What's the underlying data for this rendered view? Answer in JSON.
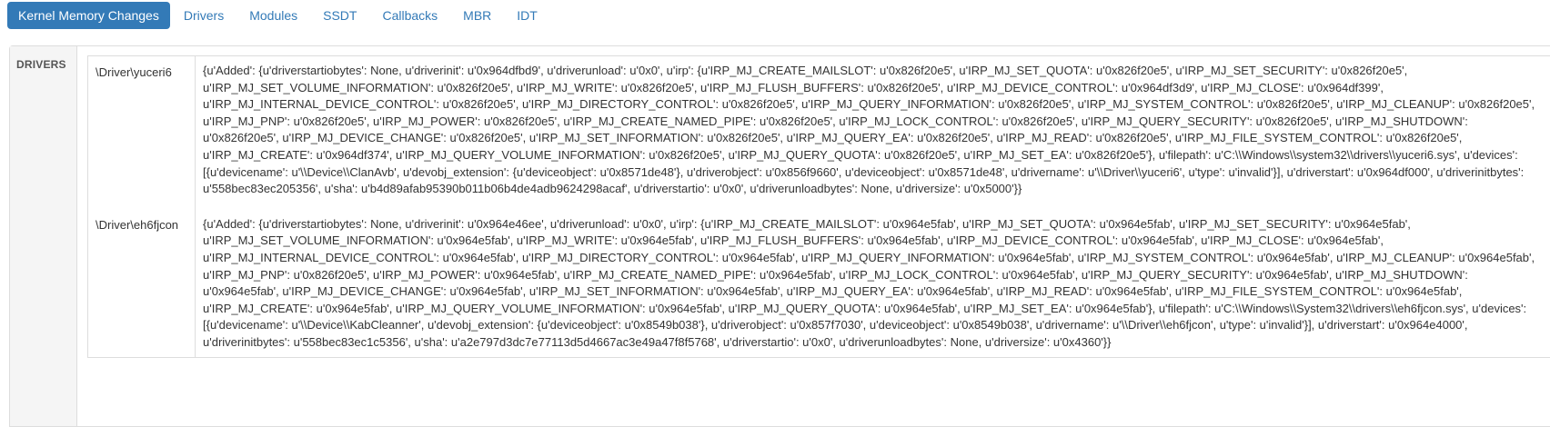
{
  "tabs": [
    {
      "label": "Kernel Memory Changes",
      "active": true
    },
    {
      "label": "Drivers",
      "active": false
    },
    {
      "label": "Modules",
      "active": false
    },
    {
      "label": "SSDT",
      "active": false
    },
    {
      "label": "Callbacks",
      "active": false
    },
    {
      "label": "MBR",
      "active": false
    },
    {
      "label": "IDT",
      "active": false
    }
  ],
  "panel": {
    "label": "DRIVERS",
    "rows": [
      {
        "name": "\\Driver\\yuceri6",
        "value": "{u'Added': {u'driverstartiobytes': None, u'driverinit': u'0x964dfbd9', u'driverunload': u'0x0', u'irp': {u'IRP_MJ_CREATE_MAILSLOT': u'0x826f20e5', u'IRP_MJ_SET_QUOTA': u'0x826f20e5', u'IRP_MJ_SET_SECURITY': u'0x826f20e5', u'IRP_MJ_SET_VOLUME_INFORMATION': u'0x826f20e5', u'IRP_MJ_WRITE': u'0x826f20e5', u'IRP_MJ_FLUSH_BUFFERS': u'0x826f20e5', u'IRP_MJ_DEVICE_CONTROL': u'0x964df3d9', u'IRP_MJ_CLOSE': u'0x964df399', u'IRP_MJ_INTERNAL_DEVICE_CONTROL': u'0x826f20e5', u'IRP_MJ_DIRECTORY_CONTROL': u'0x826f20e5', u'IRP_MJ_QUERY_INFORMATION': u'0x826f20e5', u'IRP_MJ_SYSTEM_CONTROL': u'0x826f20e5', u'IRP_MJ_CLEANUP': u'0x826f20e5', u'IRP_MJ_PNP': u'0x826f20e5', u'IRP_MJ_POWER': u'0x826f20e5', u'IRP_MJ_CREATE_NAMED_PIPE': u'0x826f20e5', u'IRP_MJ_LOCK_CONTROL': u'0x826f20e5', u'IRP_MJ_QUERY_SECURITY': u'0x826f20e5', u'IRP_MJ_SHUTDOWN': u'0x826f20e5', u'IRP_MJ_DEVICE_CHANGE': u'0x826f20e5', u'IRP_MJ_SET_INFORMATION': u'0x826f20e5', u'IRP_MJ_QUERY_EA': u'0x826f20e5', u'IRP_MJ_READ': u'0x826f20e5', u'IRP_MJ_FILE_SYSTEM_CONTROL': u'0x826f20e5', u'IRP_MJ_CREATE': u'0x964df374', u'IRP_MJ_QUERY_VOLUME_INFORMATION': u'0x826f20e5', u'IRP_MJ_QUERY_QUOTA': u'0x826f20e5', u'IRP_MJ_SET_EA': u'0x826f20e5'}, u'filepath': u'C:\\\\Windows\\\\system32\\\\drivers\\\\yuceri6.sys', u'devices': [{u'devicename': u'\\\\Device\\\\ClanAvb', u'devobj_extension': {u'deviceobject': u'0x8571de48'}, u'driverobject': u'0x856f9660', u'deviceobject': u'0x8571de48', u'drivername': u'\\\\Driver\\\\yuceri6', u'type': u'invalid'}], u'driverstart': u'0x964df000', u'driverinitbytes': u'558bec83ec205356', u'sha': u'b4d89afab95390b011b06b4de4adb9624298acaf', u'driverstartio': u'0x0', u'driverunloadbytes': None, u'driversize': u'0x5000'}}"
      },
      {
        "name": "\\Driver\\eh6fjcon",
        "value": "{u'Added': {u'driverstartiobytes': None, u'driverinit': u'0x964e46ee', u'driverunload': u'0x0', u'irp': {u'IRP_MJ_CREATE_MAILSLOT': u'0x964e5fab', u'IRP_MJ_SET_QUOTA': u'0x964e5fab', u'IRP_MJ_SET_SECURITY': u'0x964e5fab', u'IRP_MJ_SET_VOLUME_INFORMATION': u'0x964e5fab', u'IRP_MJ_WRITE': u'0x964e5fab', u'IRP_MJ_FLUSH_BUFFERS': u'0x964e5fab', u'IRP_MJ_DEVICE_CONTROL': u'0x964e5fab', u'IRP_MJ_CLOSE': u'0x964e5fab', u'IRP_MJ_INTERNAL_DEVICE_CONTROL': u'0x964e5fab', u'IRP_MJ_DIRECTORY_CONTROL': u'0x964e5fab', u'IRP_MJ_QUERY_INFORMATION': u'0x964e5fab', u'IRP_MJ_SYSTEM_CONTROL': u'0x964e5fab', u'IRP_MJ_CLEANUP': u'0x964e5fab', u'IRP_MJ_PNP': u'0x826f20e5', u'IRP_MJ_POWER': u'0x964e5fab', u'IRP_MJ_CREATE_NAMED_PIPE': u'0x964e5fab', u'IRP_MJ_LOCK_CONTROL': u'0x964e5fab', u'IRP_MJ_QUERY_SECURITY': u'0x964e5fab', u'IRP_MJ_SHUTDOWN': u'0x964e5fab', u'IRP_MJ_DEVICE_CHANGE': u'0x964e5fab', u'IRP_MJ_SET_INFORMATION': u'0x964e5fab', u'IRP_MJ_QUERY_EA': u'0x964e5fab', u'IRP_MJ_READ': u'0x964e5fab', u'IRP_MJ_FILE_SYSTEM_CONTROL': u'0x964e5fab', u'IRP_MJ_CREATE': u'0x964e5fab', u'IRP_MJ_QUERY_VOLUME_INFORMATION': u'0x964e5fab', u'IRP_MJ_QUERY_QUOTA': u'0x964e5fab', u'IRP_MJ_SET_EA': u'0x964e5fab'}, u'filepath': u'C:\\\\Windows\\\\System32\\\\drivers\\\\eh6fjcon.sys', u'devices': [{u'devicename': u'\\\\Device\\\\KabCleanner', u'devobj_extension': {u'deviceobject': u'0x8549b038'}, u'driverobject': u'0x857f7030', u'deviceobject': u'0x8549b038', u'drivername': u'\\\\Driver\\\\eh6fjcon', u'type': u'invalid'}], u'driverstart': u'0x964e4000', u'driverinitbytes': u'558bec83ec1c5356', u'sha': u'a2e797d3dc7e77113d5d4667ac3e49a47f8f5768', u'driverstartio': u'0x0', u'driverunloadbytes': None, u'driversize': u'0x4360'}}"
      }
    ]
  }
}
